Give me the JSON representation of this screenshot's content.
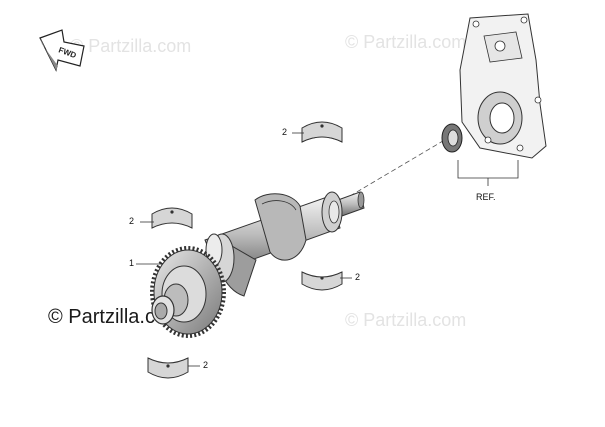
{
  "diagram": {
    "callouts": {
      "bearing_top": "2",
      "bearing_left": "2",
      "gear": "1",
      "bearing_right": "2",
      "bearing_bottom": "2",
      "reference": "REF."
    },
    "fwd_arrow_text": "FWD",
    "watermarks": {
      "faint": "© Partzilla.com",
      "strong": "© Partzilla.com"
    }
  }
}
